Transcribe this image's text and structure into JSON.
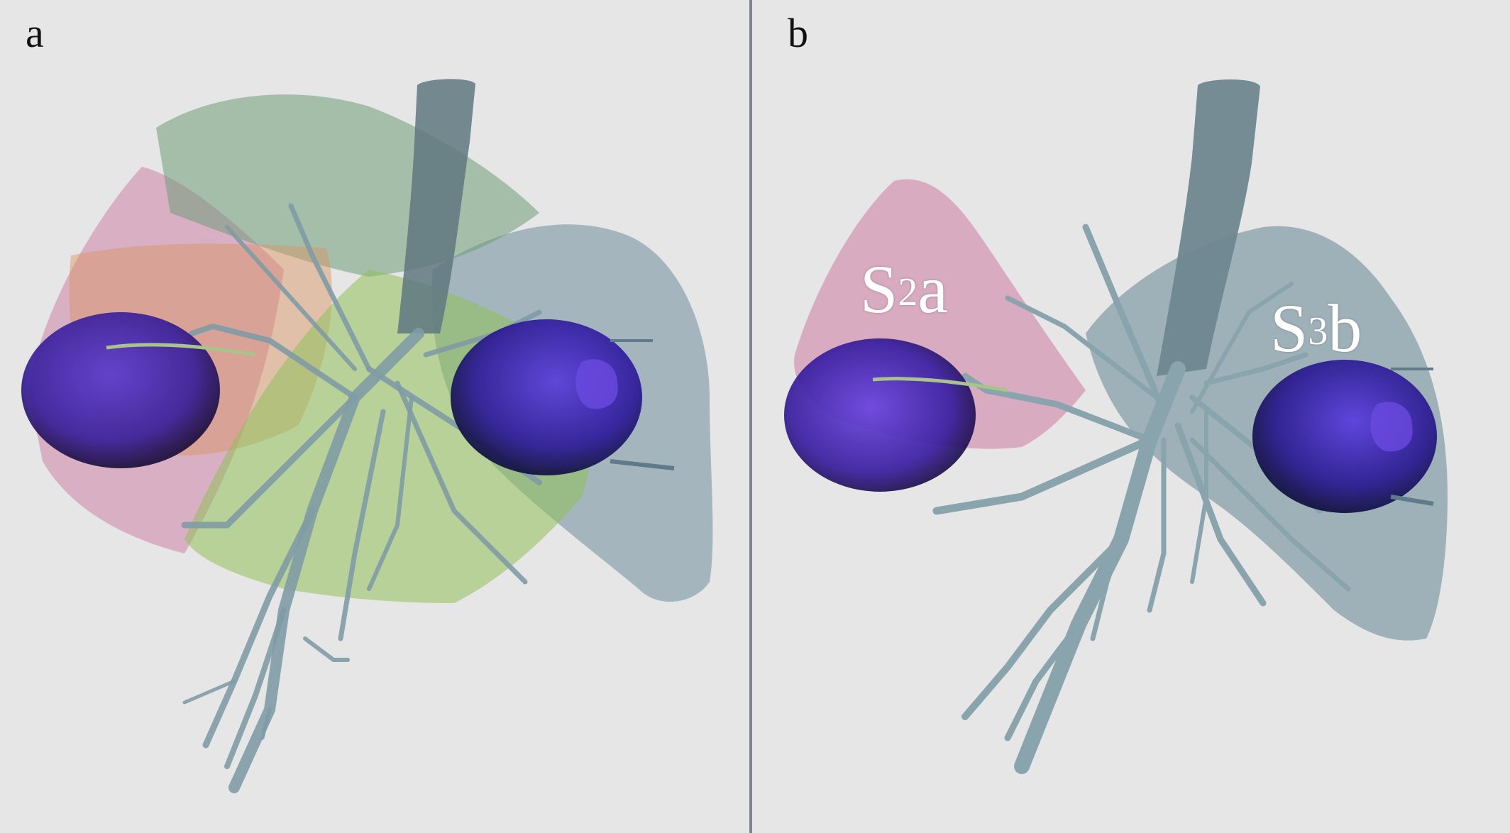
{
  "panels": [
    {
      "label": "a"
    },
    {
      "label": "b"
    }
  ],
  "segment_labels": {
    "left": {
      "letter": "S",
      "superscript": "2",
      "suffix": "a"
    },
    "right": {
      "letter": "S",
      "superscript": "3",
      "suffix": "b"
    }
  },
  "colors": {
    "background": "#e6e6e6",
    "divider": "#7e8590",
    "airway": "#8aa4ae",
    "trachea": "#6f8790",
    "nodule": "#3a1fa0",
    "segment_pink": "#c96f9a",
    "segment_green": "#6f9c78",
    "segment_orange": "#d9925f",
    "segment_lime": "#8fbf5a",
    "segment_slate": "#6f8d9a"
  }
}
